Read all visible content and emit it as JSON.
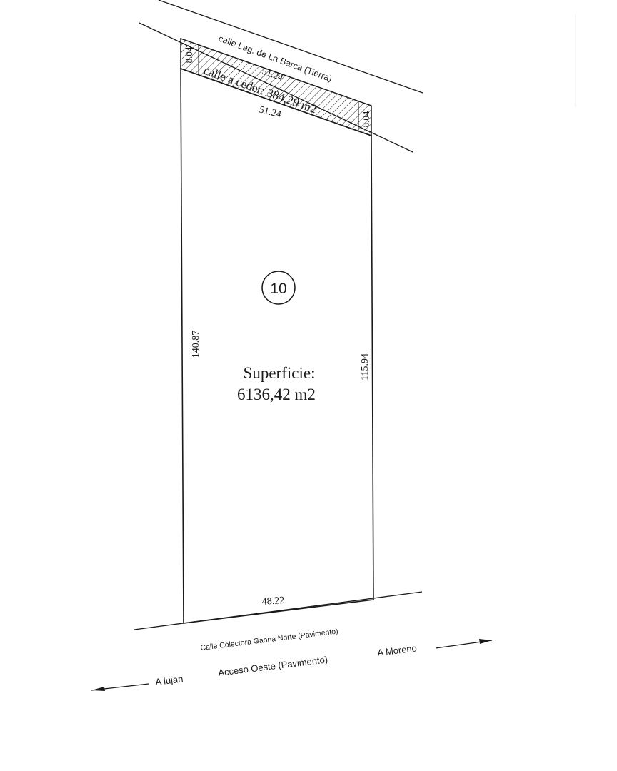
{
  "streets": {
    "top": "calle Lag. de La Barca  (Tierra)",
    "bottom": "Calle Colectora Gaona Norte  (Pavimento)",
    "highway": "Acceso Oeste  (Pavimento)",
    "to_left": "A lujan",
    "to_right": "A Moreno"
  },
  "strip": {
    "label": "calle a ceder: 384,29 m2",
    "top_length": "51.24",
    "side_left": "8.04",
    "side_right": "8.04"
  },
  "lot": {
    "number": "10",
    "top_length": "51.24",
    "left_side": "140.87",
    "right_side": "115.94",
    "bottom_length": "48.22",
    "area_label": "Superficie:",
    "area_value": "6136,42 m2"
  }
}
